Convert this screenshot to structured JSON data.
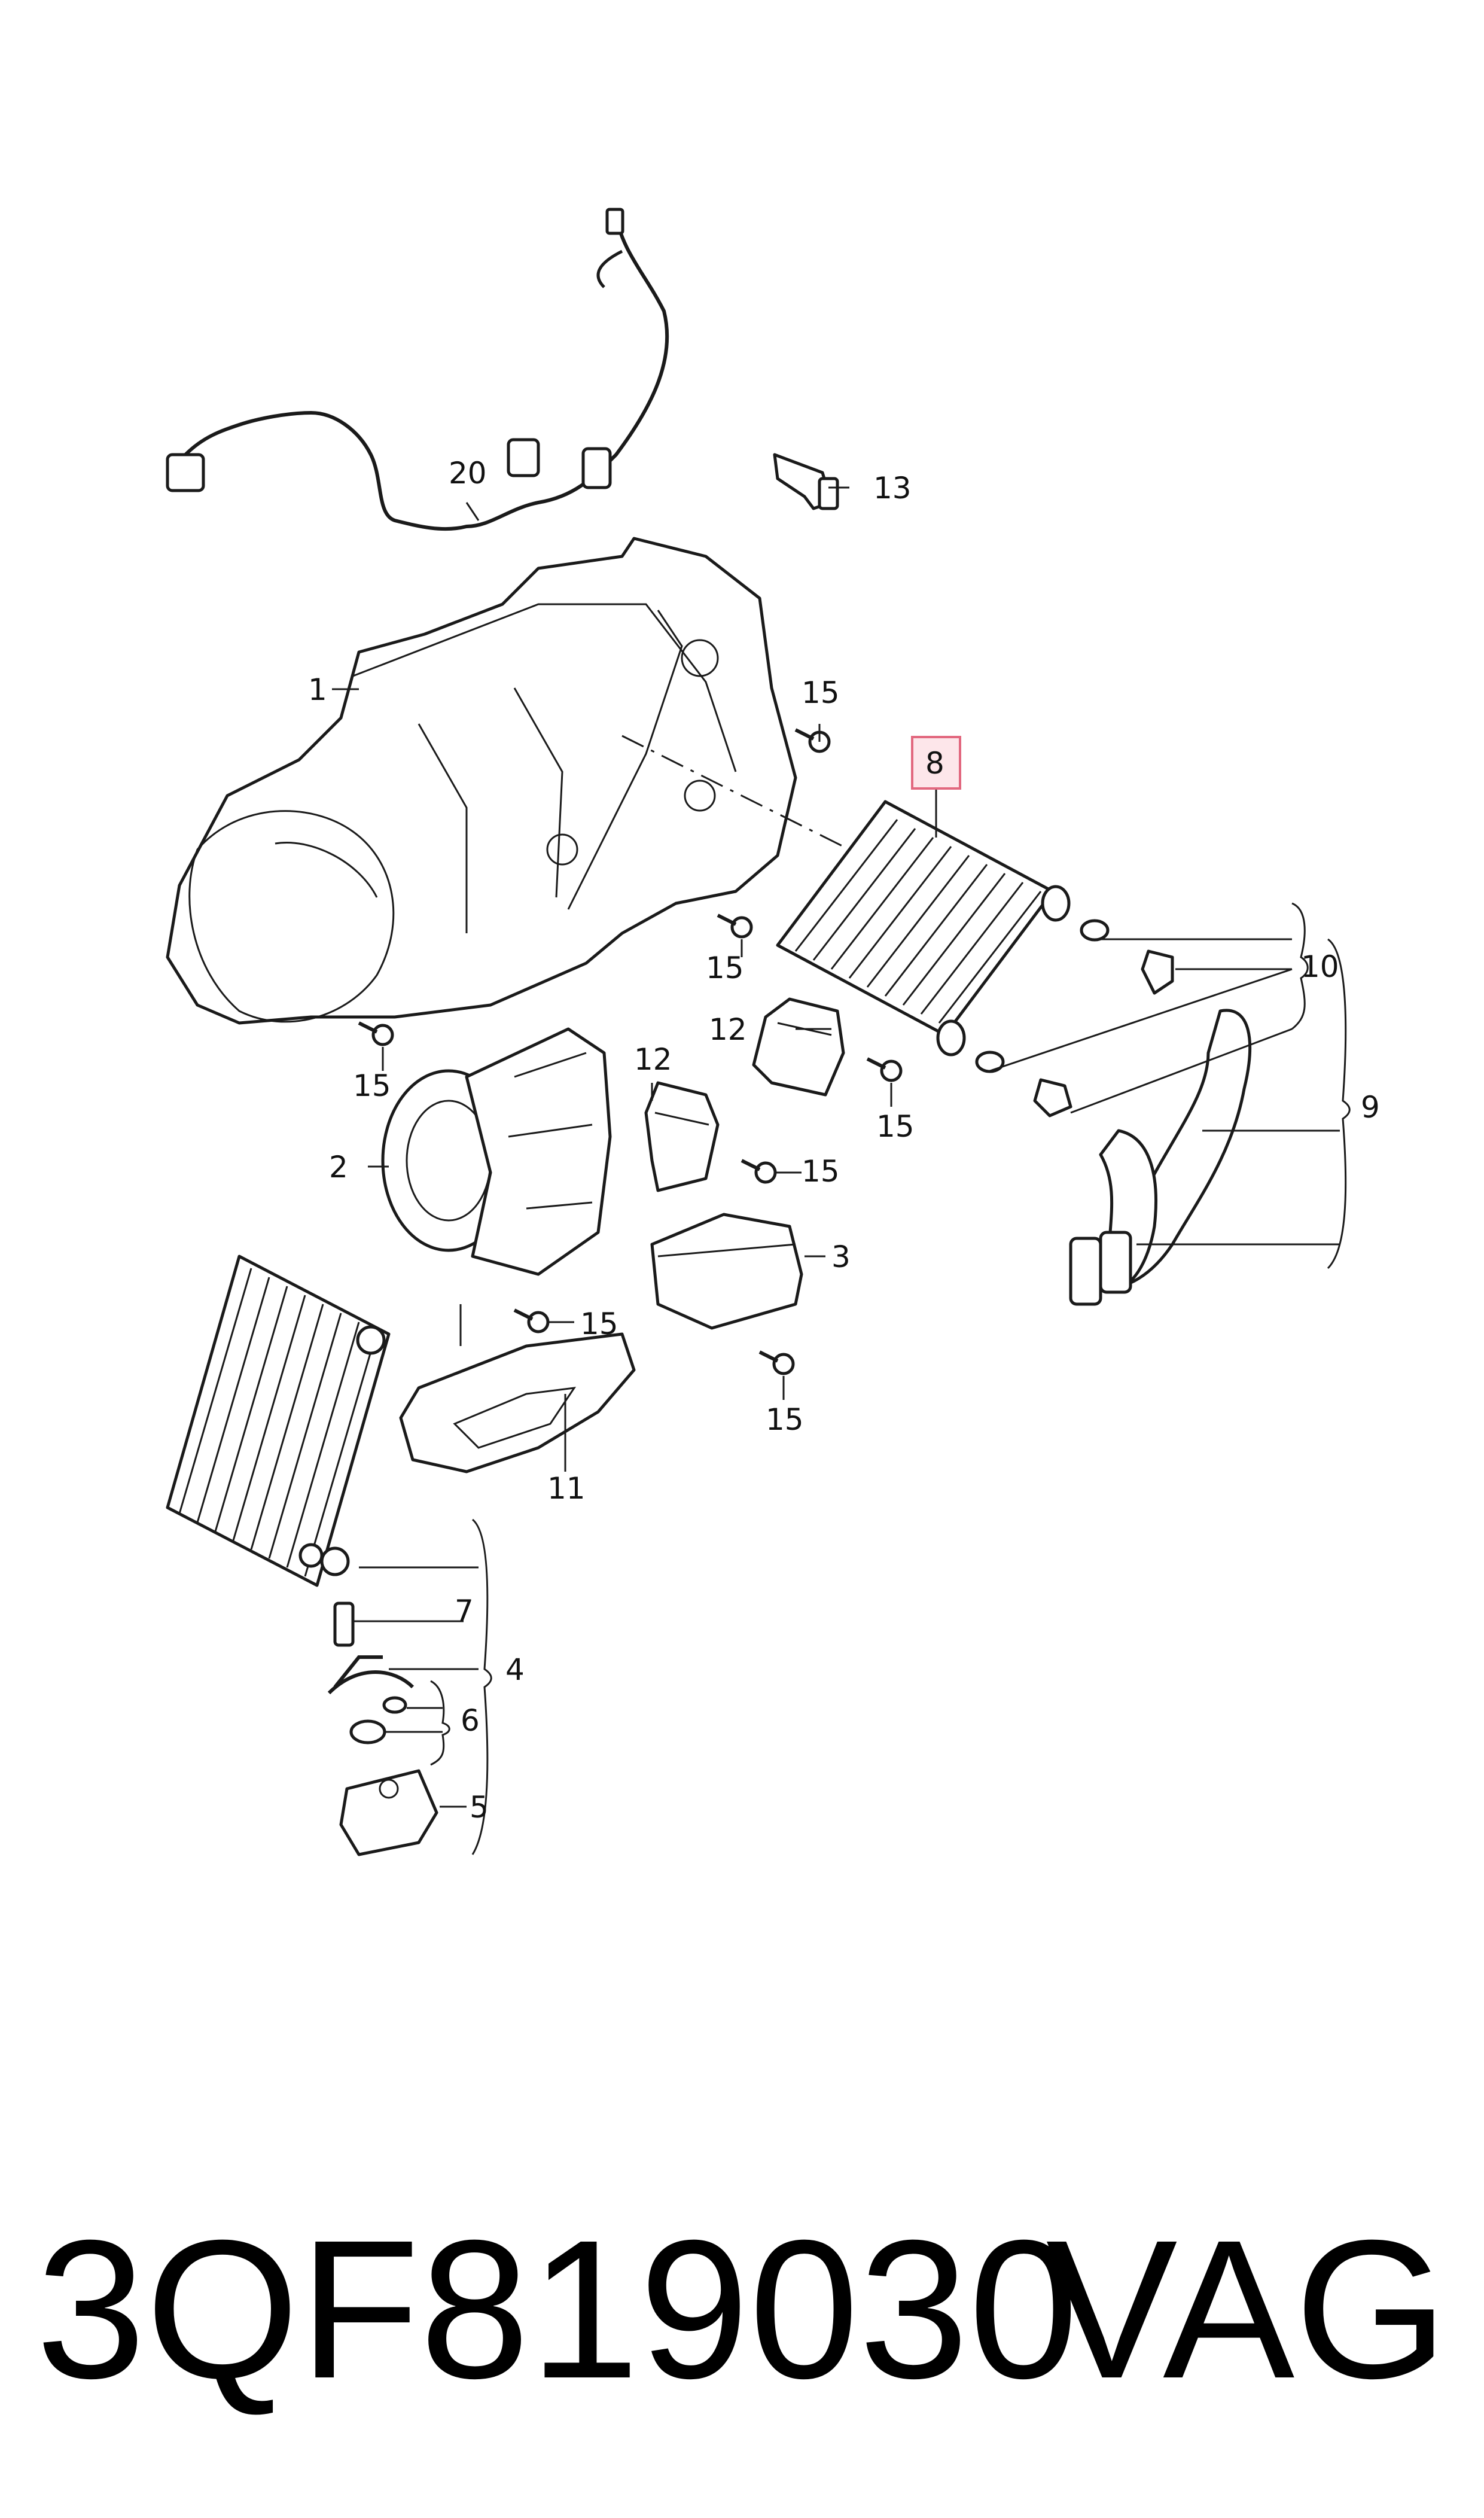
{
  "callouts": {
    "c1": "1",
    "c2": "2",
    "c3": "3",
    "c4": "4",
    "c5": "5",
    "c6": "6",
    "c7": "7",
    "c8": "8",
    "c9": "9",
    "c10": "10",
    "c11": "11",
    "c12a": "12",
    "c12b": "12",
    "c13": "13",
    "c15a": "15",
    "c15b": "15",
    "c15c": "15",
    "c15d": "15",
    "c15e": "15",
    "c15f": "15",
    "c15g": "15",
    "c20": "20"
  },
  "highlighted_callout": "8",
  "highlight_color": "#e2687f",
  "footer": {
    "part_number": "3QF819030",
    "brand": "VAG"
  }
}
